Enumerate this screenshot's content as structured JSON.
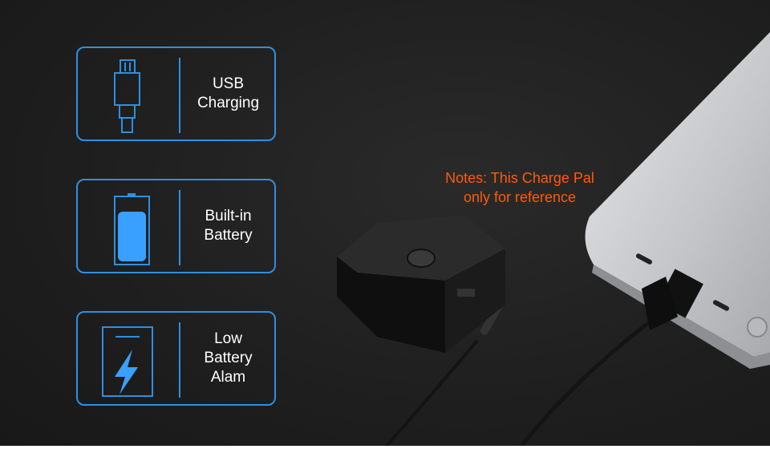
{
  "features": [
    {
      "label_lines": [
        "USB",
        "Charging"
      ],
      "icon": "usb-plug-icon"
    },
    {
      "label_lines": [
        "Built-in",
        "Battery"
      ],
      "icon": "battery-icon"
    },
    {
      "label_lines": [
        "Low",
        "Battery",
        "Alam"
      ],
      "icon": "lightning-bolt-icon"
    }
  ],
  "note": {
    "line1": "Notes: This Charge Pal",
    "line2": "only for reference"
  },
  "colors": {
    "accent": "#2f8fe0",
    "note": "#ff5a0a",
    "background": "#1e1e1e"
  }
}
